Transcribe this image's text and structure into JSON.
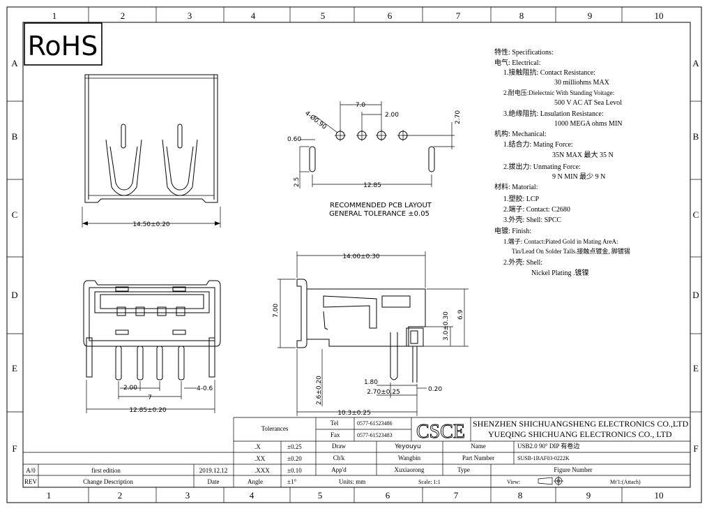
{
  "grid": {
    "cols": [
      "1",
      "2",
      "3",
      "4",
      "5",
      "6",
      "7",
      "8",
      "9",
      "10"
    ],
    "rows": [
      "A",
      "B",
      "C",
      "D",
      "E",
      "F"
    ]
  },
  "rohs_logo": "RoHS",
  "specs": {
    "title": "特性: Specifications:",
    "electrical": "电气: Electrical:",
    "e1": "1.接触阻抗: Contact Resistance:",
    "e1v": "30 milliohms MAX",
    "e2": "2.耐电压:Dielectnic With Standing Voitage:",
    "e2v": "500 V AC AT Sea Levol",
    "e3": "3.绝缘阻抗: Lnsulation Resistance:",
    "e3v": "1000 MEGA ohms MIN",
    "mechanical": "机构: Mechanical:",
    "m1": "1.结合力: Mating Force:",
    "m1v": "35N MAX 最大 35 N",
    "m2": "2.拔出力: Unmating Force:",
    "m2v": "9 N MIN 最少 9 N",
    "material": "材料: Matorial:",
    "mat1": "1.塑胶: LCP",
    "mat2": "2.端子: Contact: C2680",
    "mat3": "3.外壳: Shell: SPCC",
    "finish": "电镀: Finish:",
    "f1": "1.端子: Contact:Piated Gold in Mating AreA:",
    "f1v": "Tin/Lead On Solder Talls.接触点镀金, 脚镀锡",
    "f2": "2.外壳: Shell:",
    "f2v": "Nickel Plating .镀镍"
  },
  "pcb": {
    "caption1": "RECOMMENDED PCB LAYOUT",
    "caption2": "GENERAL TOLERANCE ±0.05",
    "d_70": "7.0",
    "d_200": "2.00",
    "d_hole": "4-Ø0.90",
    "d_060": "0.60",
    "d_270": "2.70",
    "d_25": "2.5",
    "d_1285": "12.85"
  },
  "front_top": {
    "d_width": "14.50±0.20"
  },
  "front_bottom": {
    "d_200": "2.00",
    "d_7": "7",
    "d_406": "4-0.6",
    "d_1285": "12.85±0.20"
  },
  "side": {
    "d_1400": "14.00±0.30",
    "d_700": "7.00",
    "d_69": "6.9",
    "d_300": "3.0±0.30",
    "d_180": "1.80",
    "d_270": "2.70±0.25",
    "d_020": "0.20",
    "d_260": "2.6±0.20",
    "d_1030": "10.3±0.25"
  },
  "title_block": {
    "tolerances": "Tolerances",
    "tel_label": "Tel",
    "tel": "0577-61523486",
    "fax_label": "Fax",
    "fax": "0577-61523483",
    "logo": "CSCE",
    "company1": "SHENZHEN SHICHUANGSHENG ELECTRONICS CO.,LTD",
    "company2": "YUEQING SHICHUANG ELECTRONICS CO., LTD",
    "tol_rows": [
      {
        "k": ".X",
        "v": "±0.25"
      },
      {
        "k": ".XX",
        "v": "±0.20"
      },
      {
        "k": ".XXX",
        "v": "±0.10"
      },
      {
        "k": "Angle",
        "v": "±1°"
      }
    ],
    "draw_label": "Draw",
    "draw": "Yeyouyu",
    "chk_label": "Ch'k",
    "chk": "Wangbin",
    "appd_label": "App'd",
    "appd": "Xuxiaorong",
    "units": "Units: mm",
    "scale": "Scale: 1:1",
    "name_label": "Name",
    "name": "USB2.0 90° DIP 有卷边",
    "part_label": "Part Number",
    "part": "SUSB-1BAF03-0222K",
    "type_label": "Type",
    "figure_label": "Figure Number",
    "view_label": "View:",
    "mtl": "Mt'1:(Attach)",
    "rev_a": "A/0",
    "rev_desc": "first edition",
    "rev_date": "2019.12.12",
    "rev_h": "REV",
    "change_h": "Change Description",
    "date_h": "Date"
  }
}
